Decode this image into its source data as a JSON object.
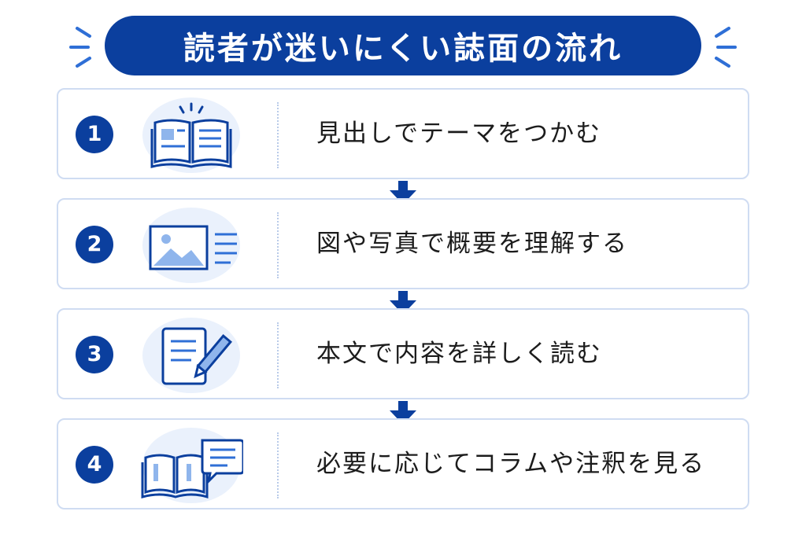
{
  "title": "読者が迷いにくい誌面の流れ",
  "colors": {
    "primary": "#0b3f9e",
    "accent": "#2f6fd6",
    "light": "#eaf1fc",
    "border": "#cfdcf2"
  },
  "steps": [
    {
      "number": "1",
      "label": "見出しでテーマをつかむ",
      "icon": "open-book-icon"
    },
    {
      "number": "2",
      "label": "図や写真で概要を理解する",
      "icon": "image-with-lines-icon"
    },
    {
      "number": "3",
      "label": "本文で内容を詳しく読む",
      "icon": "document-pencil-icon"
    },
    {
      "number": "4",
      "label": "必要に応じてコラムや注釈を見る",
      "icon": "book-speech-bubble-icon"
    }
  ]
}
